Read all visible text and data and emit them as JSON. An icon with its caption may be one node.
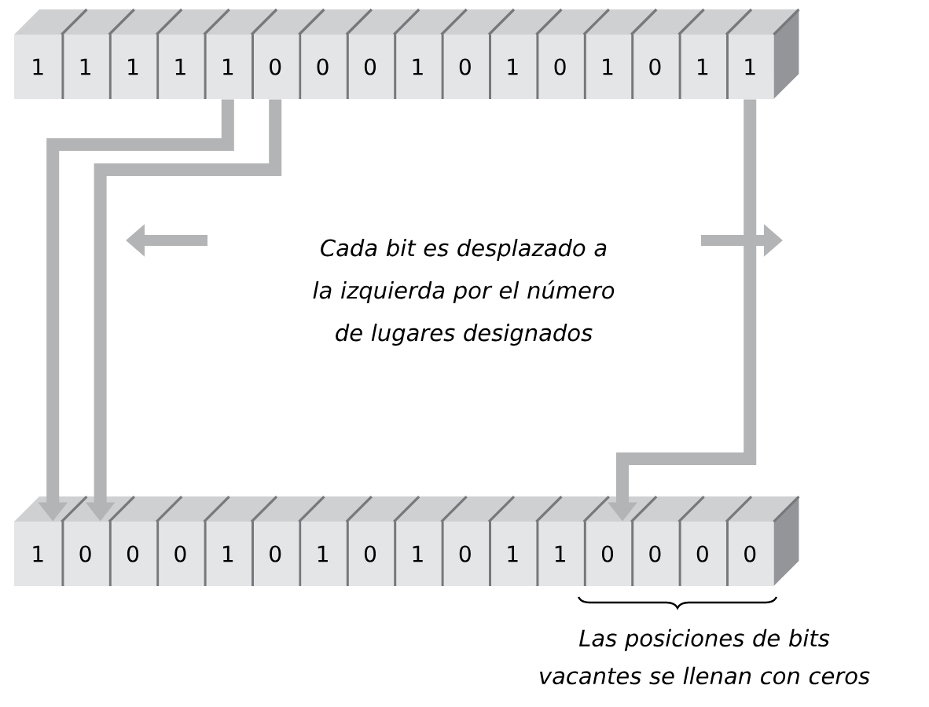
{
  "diagram": {
    "nodes": [
      {
        "text": [
          "1"
        ]
      },
      {
        "text": [
          "1"
        ]
      },
      {
        "text": [
          "1"
        ]
      },
      {
        "text": [
          "1"
        ]
      },
      {
        "text": [
          "1"
        ]
      },
      {
        "text": [
          "0"
        ]
      },
      {
        "text": [
          "0"
        ]
      },
      {
        "text": [
          "0"
        ]
      },
      {
        "text": [
          "1"
        ]
      },
      {
        "text": [
          "0"
        ]
      },
      {
        "text": [
          "1"
        ]
      },
      {
        "text": [
          "0"
        ]
      },
      {
        "text": [
          "1"
        ]
      },
      {
        "text": [
          "0"
        ]
      },
      {
        "text": [
          "1"
        ]
      },
      {
        "text": [
          "1"
        ]
      },
      {
        "text": [
          "1"
        ]
      },
      {
        "text": [
          "0"
        ]
      },
      {
        "text": [
          "0"
        ]
      },
      {
        "text": [
          "0"
        ]
      },
      {
        "text": [
          "1"
        ]
      },
      {
        "text": [
          "0"
        ]
      },
      {
        "text": [
          "1"
        ]
      },
      {
        "text": [
          "0"
        ]
      },
      {
        "text": [
          "1"
        ]
      },
      {
        "text": [
          "0"
        ]
      },
      {
        "text": [
          "1"
        ]
      },
      {
        "text": [
          "1"
        ]
      },
      {
        "text": [
          "0"
        ]
      },
      {
        "text": [
          "0"
        ]
      },
      {
        "text": [
          "0"
        ]
      },
      {
        "text": [
          "0"
        ]
      }
    ],
    "edges": [
      {
        "from": 4,
        "to": 16,
        "arrow": "to"
      },
      {
        "from": 5,
        "to": 17,
        "arrow": "to"
      },
      {
        "from": 15,
        "to": 28,
        "arrow": "to"
      }
    ],
    "labels": [
      "Cada bit es desplazado a la izquierda por el número de lugares designados",
      "Las posiciones de bits vacantes se llenan con ceros"
    ]
  }
}
